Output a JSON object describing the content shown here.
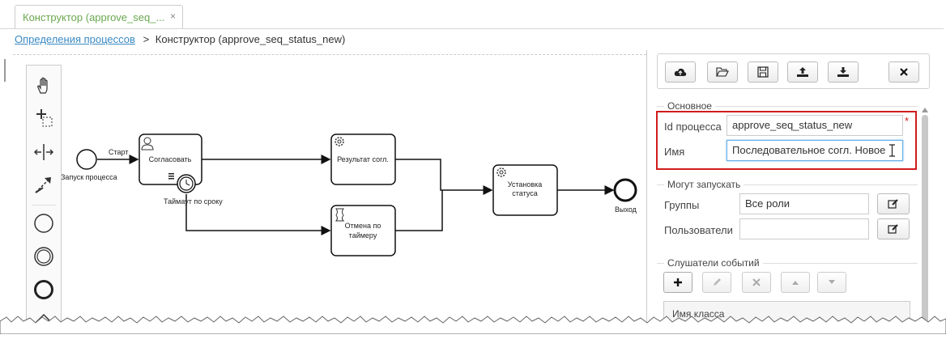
{
  "tab": {
    "title": "Конструктор (approve_seq_...",
    "close": "×"
  },
  "breadcrumb": {
    "link": "Определения процессов",
    "separator": ">",
    "current": "Конструктор (approve_seq_status_new)"
  },
  "diagram": {
    "start_event": "Запуск процесса",
    "flow_start": "Старт",
    "task_approve": "Согласовать",
    "timer_event": "Таймаут по сроку",
    "task_result": "Результат согл.",
    "task_cancel_l1": "Отмена по",
    "task_cancel_l2": "таймеру",
    "task_status_l1": "Установка",
    "task_status_l2": "статуса",
    "end_event": "Выход"
  },
  "panel": {
    "section_main": "Основное",
    "id_label": "Id процесса",
    "id_value": "approve_seq_status_new",
    "required": "*",
    "name_label": "Имя",
    "name_value": "Последовательное согл. Новое",
    "section_starters": "Могут запускать",
    "groups_label": "Группы",
    "groups_value": "Все роли",
    "users_label": "Пользователи",
    "users_value": "",
    "section_listeners": "Слушатели событий",
    "class_name_header": "Имя класса"
  }
}
